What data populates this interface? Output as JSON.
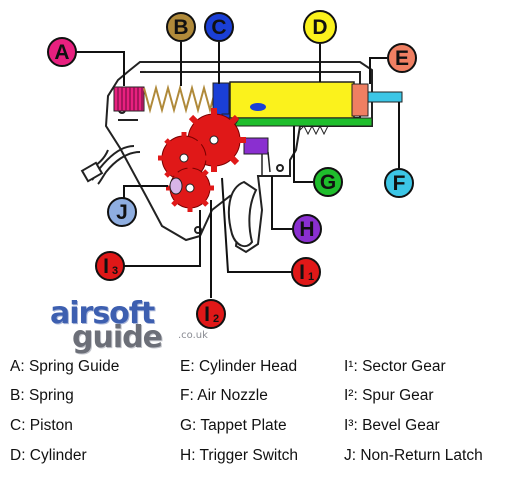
{
  "callouts": {
    "A": {
      "letter": "A",
      "color": "#e8207f"
    },
    "B": {
      "letter": "B",
      "color": "#b08a3a"
    },
    "C": {
      "letter": "C",
      "color": "#1a3fd6"
    },
    "D": {
      "letter": "D",
      "color": "#fbf21c"
    },
    "E": {
      "letter": "E",
      "color": "#ef7f62"
    },
    "F": {
      "letter": "F",
      "color": "#3cc6e6"
    },
    "G": {
      "letter": "G",
      "color": "#1fbe2c"
    },
    "H": {
      "letter": "H",
      "color": "#8a2fd0"
    },
    "J": {
      "letter": "J",
      "color": "#8faee0"
    },
    "I1": {
      "letter": "I",
      "sub": "1",
      "color": "#e01818"
    },
    "I2": {
      "letter": "I",
      "sub": "2",
      "color": "#e01818"
    },
    "I3": {
      "letter": "I",
      "sub": "3",
      "color": "#e01818"
    }
  },
  "logo": {
    "line1": "airsoft",
    "line2": "guide",
    "tld": ".co.uk"
  },
  "legend": {
    "col1": [
      "A: Spring Guide",
      "B: Spring",
      "C: Piston",
      "D: Cylinder"
    ],
    "col2": [
      "E: Cylinder Head",
      "F: Air Nozzle",
      "G: Tappet Plate",
      "H: Trigger Switch"
    ],
    "col3": [
      "I¹: Sector Gear",
      "I²: Spur Gear",
      "I³: Bevel Gear",
      "J: Non-Return Latch"
    ]
  },
  "colors": {
    "spring_guide": "#e8207f",
    "spring": "#b08a3a",
    "piston": "#1a3fd6",
    "cylinder": "#fbf21c",
    "cylinder_head": "#ef7f62",
    "air_nozzle": "#3cc6e6",
    "tappet_plate": "#1fbe2c",
    "trigger_switch": "#8a2fd0",
    "gears": "#e01818",
    "outline": "#222222"
  }
}
